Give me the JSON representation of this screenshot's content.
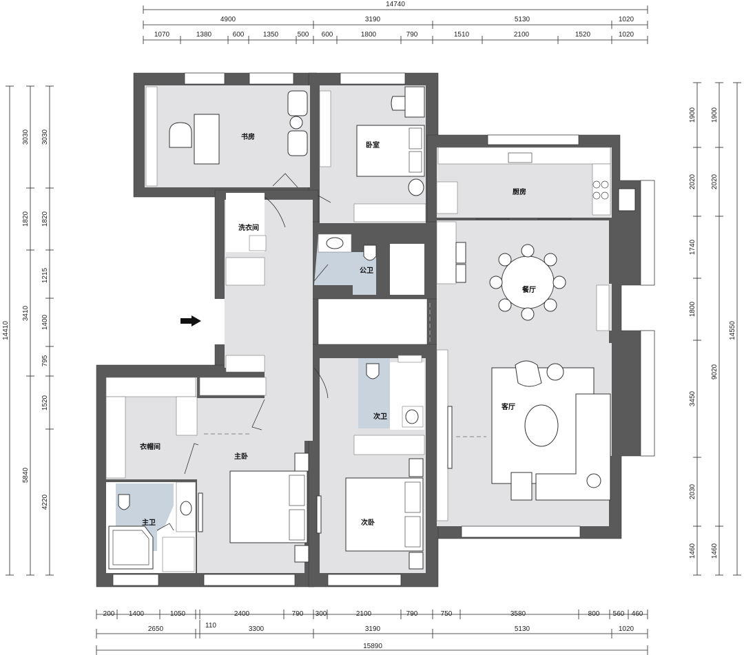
{
  "dimensions": {
    "top_total": "14740",
    "top_mid": [
      "4900",
      "3190",
      "5130",
      "1020"
    ],
    "top_detail": [
      "1070",
      "1380",
      "600",
      "1350",
      "500",
      "600",
      "1800",
      "790",
      "1510",
      "2100",
      "1520",
      "1020"
    ],
    "bottom_detail": [
      "200",
      "1400",
      "1050",
      "2400",
      "790",
      "300",
      "2100",
      "790",
      "750",
      "3580",
      "800",
      "560",
      "460"
    ],
    "bottom_mid": [
      "2650",
      "110",
      "3300",
      "3190",
      "5130",
      "1020"
    ],
    "bottom_total": "15890",
    "left_outer": [
      "3030",
      "1820",
      "3410",
      "5840"
    ],
    "left_inner": [
      "3030",
      "1820",
      "1215",
      "1400",
      "795",
      "1520",
      "4220"
    ],
    "left_total": "14410",
    "right_inner": [
      "1900",
      "2020",
      "1740",
      "1800",
      "3450",
      "2030",
      "1460"
    ],
    "right_outer": [
      "1900",
      "2020",
      "9020",
      "1460"
    ],
    "right_total": "14550"
  },
  "rooms": {
    "study": "书房",
    "bedroom": "卧室",
    "laundry": "洗衣间",
    "public_bath": "公卫",
    "kitchen": "厨房",
    "dining": "餐厅",
    "living": "客厅",
    "second_bath": "次卫",
    "closet": "衣帽间",
    "master_bedroom": "主卧",
    "master_bath": "主卫",
    "second_bedroom": "次卧"
  },
  "colors": {
    "wall": "#5a5a5a",
    "floor": "#e2e2e4",
    "wet_area": "#c9d3de"
  },
  "icons": {
    "entry": "entry-arrow-icon"
  }
}
